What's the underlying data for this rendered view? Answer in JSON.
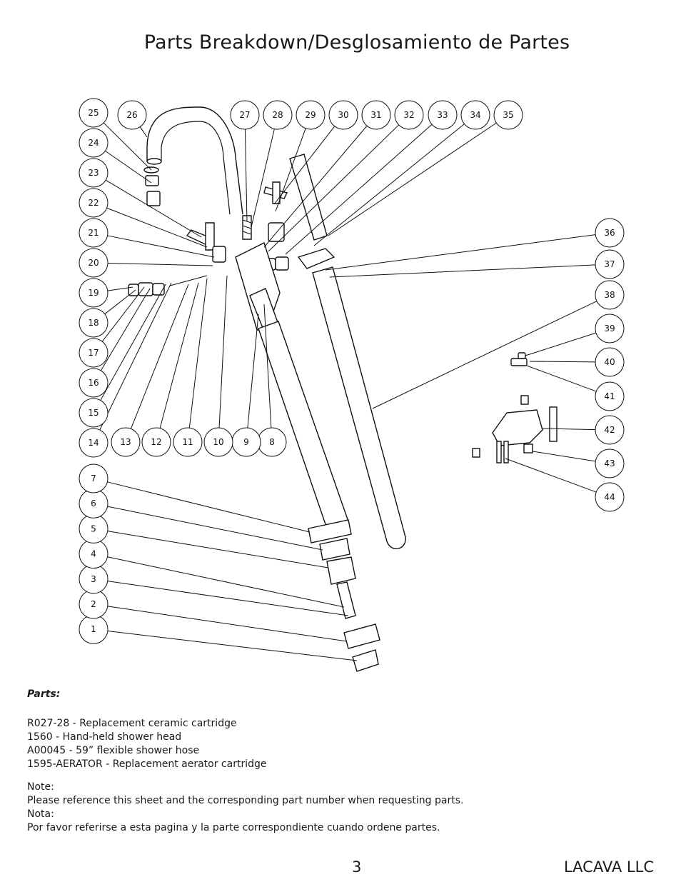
{
  "title": "Parts Breakdown/Desglosamiento de Partes",
  "callouts": [
    "1",
    "2",
    "3",
    "4",
    "5",
    "6",
    "7",
    "8",
    "9",
    "10",
    "11",
    "12",
    "13",
    "14",
    "15",
    "16",
    "17",
    "18",
    "19",
    "20",
    "21",
    "22",
    "23",
    "24",
    "25",
    "26",
    "27",
    "28",
    "29",
    "30",
    "31",
    "32",
    "33",
    "34",
    "35",
    "36",
    "37",
    "38",
    "39",
    "40",
    "41",
    "42",
    "43",
    "44"
  ],
  "parts_heading": "Parts:",
  "parts_list": [
    "R027-28 - Replacement ceramic cartridge",
    "1560 - Hand-held shower head",
    "A00045 - 59” flexible shower hose",
    "1595-AERATOR - Replacement aerator cartridge"
  ],
  "notes": [
    "Note:",
    "Please reference this sheet and the corresponding part number when requesting parts.",
    "Nota:",
    "Por favor referirse a esta pagina y la parte correspondiente cuando ordene partes."
  ],
  "page_number": "3",
  "company": "LACAVA LLC"
}
